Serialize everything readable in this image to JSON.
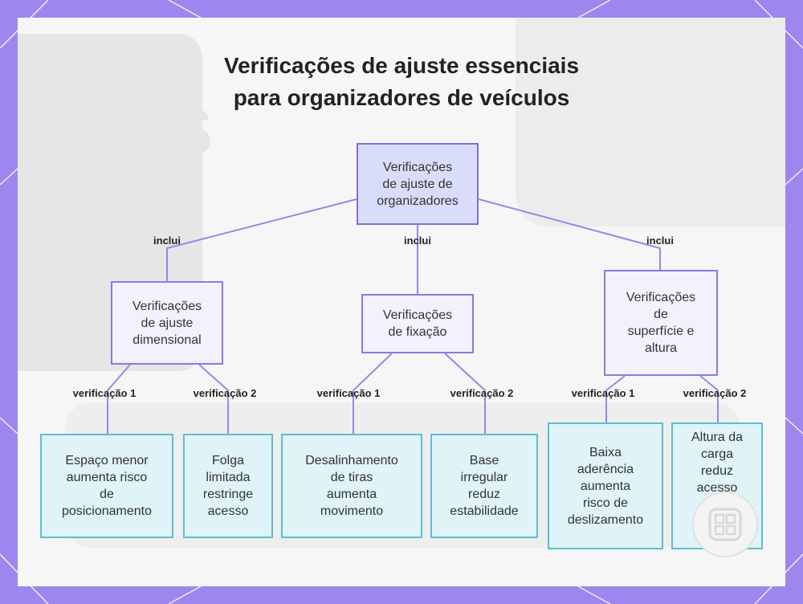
{
  "title_lines": [
    "Verificações de ajuste essenciais",
    "para organizadores de veículos"
  ],
  "background_text": "zers",
  "root": {
    "lines": [
      "Verificações",
      "de ajuste de",
      "organizadores"
    ]
  },
  "categories": [
    {
      "edge_label": "inclui",
      "lines": [
        "Verificações",
        "de ajuste",
        "dimensional"
      ],
      "checks": [
        {
          "edge_label": "verificação 1",
          "lines": [
            "Espaço menor",
            "aumenta risco",
            "de",
            "posicionamento"
          ]
        },
        {
          "edge_label": "verificação 2",
          "lines": [
            "Folga",
            "limitada",
            "restringe",
            "acesso"
          ]
        }
      ]
    },
    {
      "edge_label": "inclui",
      "lines": [
        "Verificações",
        "de fixação"
      ],
      "checks": [
        {
          "edge_label": "verificação 1",
          "lines": [
            "Desalinhamento",
            "de tiras",
            "aumenta",
            "movimento"
          ]
        },
        {
          "edge_label": "verificação 2",
          "lines": [
            "Base",
            "irregular",
            "reduz",
            "estabilidade"
          ]
        }
      ]
    },
    {
      "edge_label": "inclui",
      "lines": [
        "Verificações",
        "de",
        "superfície e",
        "altura"
      ],
      "checks": [
        {
          "edge_label": "verificação 1",
          "lines": [
            "Baixa",
            "aderência",
            "aumenta",
            "risco de",
            "deslizamento"
          ]
        },
        {
          "edge_label": "verificação 2",
          "lines": [
            "Altura da",
            "carga",
            "reduz",
            "acesso"
          ]
        }
      ]
    }
  ],
  "colors": {
    "frame": "#9d86ee",
    "connector": "#9a86e6",
    "root_fill": "#d9dcfb",
    "category_fill": "#f1f2fd",
    "check_fill": "#dff3f8",
    "check_border": "#5bbfcf"
  },
  "icons": {
    "badge": "grid-logo-icon"
  }
}
